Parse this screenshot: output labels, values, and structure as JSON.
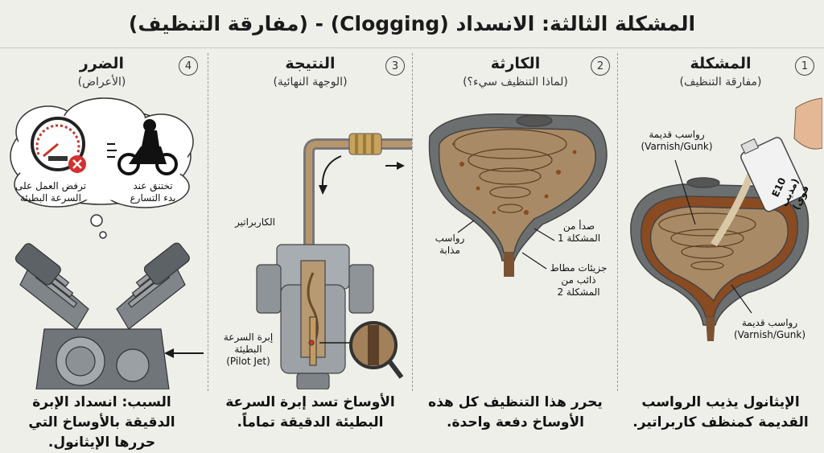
{
  "title": "المشكلة الثالثة: الانسداد (Clogging) - (مفارقة التنظيف)",
  "panels": [
    {
      "number": "1",
      "heading": "المشكلة",
      "subheading": "(مفارقة التنظيف)",
      "labels": {
        "varnish_top": "رواسب قديمة\n(Varnish/Gunk)",
        "varnish_bottom": "رواسب قديمة\n(Varnish/Gunk)",
        "can": "E10\n(مذيب قوي)"
      },
      "caption": "الإيثانول يذيب الرواسب القديمة كمنظف كاربراتير."
    },
    {
      "number": "2",
      "heading": "الكارثة",
      "subheading": "(لماذا التنظيف سيء؟)",
      "labels": {
        "dissolved": "رواسب\nمذابة",
        "rust": "صدأ من\nالمشكلة 1",
        "rubber": "جزيئات مطاط\nذائب من\nالمشكلة 2"
      },
      "caption": "يحرر هذا التنظيف كل هذه الأوساخ دفعة واحدة."
    },
    {
      "number": "3",
      "heading": "النتيجة",
      "subheading": "(الوجهة النهائية)",
      "labels": {
        "carb": "الكاربراتير",
        "jet": "إبرة السرعة\nالبطيئة\n(Pilot Jet)"
      },
      "caption": "الأوساخ تسد إبرة السرعة البطيئة الدقيقة تماماً."
    },
    {
      "number": "4",
      "heading": "الضرر",
      "subheading": "(الأعراض)",
      "labels": {
        "idle": "ترفض العمل على\nالسرعة البطيئة",
        "accel": "تختنق عند\nبدء التسارع"
      },
      "caption": "السبب: انسداد الإبرة الدقيقة بالأوساخ التي حررها الإيثانول."
    }
  ],
  "colors": {
    "tank": "#6b6f70",
    "sludge": "#a88b66",
    "rust": "#8a4b22",
    "arrow": "#1b1b1b"
  }
}
